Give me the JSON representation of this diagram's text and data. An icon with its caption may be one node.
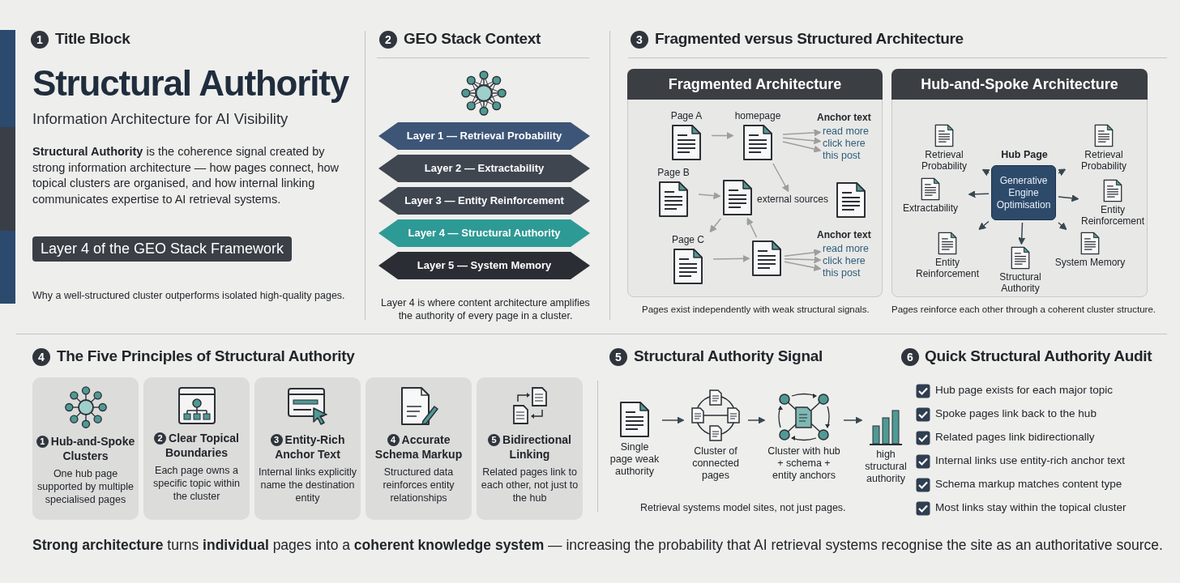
{
  "diagram": {
    "title": "Structural Authority",
    "nodes": [
      {
        "text": [
          "Layer 4 of the GEO Stack Framework"
        ]
      },
      {
        "text": [
          "Layer 1 — Retrieval Probability"
        ]
      },
      {
        "text": [
          "Layer 2 — Extractability"
        ]
      },
      {
        "text": [
          "Layer 3 — Entity Reinforcement"
        ]
      },
      {
        "text": [
          "Layer 4 — Structural Authority"
        ]
      },
      {
        "text": [
          "Layer 5 — System Memory"
        ]
      },
      {
        "text": [
          "Fragmented Architecture"
        ],
        "beside": [
          "Pages exist independently with weak structural signals."
        ]
      },
      {
        "text": [
          "Page A"
        ],
        "in": 6
      },
      {
        "text": [
          "homepage"
        ],
        "in": 6
      },
      {
        "text": [
          "read more"
        ],
        "in": 6
      },
      {
        "text": [
          "click here"
        ],
        "in": 6
      },
      {
        "text": [
          "this post"
        ],
        "in": 6
      },
      {
        "text": [
          "Page B"
        ],
        "in": 6
      },
      {
        "text": [],
        "shape": "document",
        "in": 6
      },
      {
        "text": [
          "external sources"
        ],
        "in": 6
      },
      {
        "text": [],
        "shape": "document",
        "in": 6
      },
      {
        "text": [
          "Page C"
        ],
        "in": 6
      },
      {
        "text": [],
        "shape": "document",
        "in": 6
      },
      {
        "text": [
          "read more"
        ],
        "in": 6
      },
      {
        "text": [
          "click here"
        ],
        "in": 6
      },
      {
        "text": [
          "this post"
        ],
        "in": 6
      },
      {
        "text": [
          "Hub-and-Spoke Architecture"
        ],
        "beside": [
          "Pages reinforce each other through a coherent cluster structure."
        ]
      },
      {
        "text": [
          "Retrieval Probability"
        ],
        "in": 21
      },
      {
        "text": [
          "Hub Page",
          "Generative Engine Optimisation"
        ],
        "in": 21
      },
      {
        "text": [
          "Retrieval Probability"
        ],
        "in": 21
      },
      {
        "text": [
          "Extractability"
        ],
        "in": 21
      },
      {
        "text": [
          "Entity Reinforcement"
        ],
        "in": 21
      },
      {
        "text": [
          "Entity Reinforcement"
        ],
        "in": 21
      },
      {
        "text": [
          "Structural Authority"
        ],
        "in": 21
      },
      {
        "text": [
          "System Memory"
        ],
        "in": 21
      },
      {
        "text": [
          "1",
          "Hub-and-Spoke Clusters",
          "One hub page supported by multiple specialised pages"
        ]
      },
      {
        "text": [
          "2",
          "Clear Topical Boundaries",
          "Each page owns a specific topic within the cluster"
        ]
      },
      {
        "text": [
          "3",
          "Entity-Rich Anchor Text",
          "Internal links explicitly name the destination entity"
        ]
      },
      {
        "text": [
          "4",
          "Accurate Schema Markup",
          "Structured data reinforces entity relationships"
        ]
      },
      {
        "text": [
          "5",
          "Bidirectional Linking",
          "Related pages link to each other, not just to the hub"
        ]
      },
      {
        "text": [
          "Single page weak authority"
        ]
      },
      {
        "text": [
          "Cluster of connected pages"
        ]
      },
      {
        "text": [
          "Cluster with hub + schema + entity anchors"
        ]
      },
      {
        "text": [
          "high structural authority"
        ]
      }
    ],
    "edges": [
      {
        "from": 7,
        "to": 8,
        "arrow": "to"
      },
      {
        "from": 8,
        "to": 9,
        "arrow": "to"
      },
      {
        "from": 8,
        "to": 10,
        "arrow": "to"
      },
      {
        "from": 8,
        "to": 11,
        "arrow": "to"
      },
      {
        "from": 8,
        "to": 14,
        "arrow": "to"
      },
      {
        "from": 12,
        "to": 13,
        "arrow": "to"
      },
      {
        "from": 13,
        "to": 16,
        "arrow": "to"
      },
      {
        "from": 17,
        "to": 13,
        "arrow": "to"
      },
      {
        "from": 16,
        "to": 17,
        "arrow": "to"
      },
      {
        "from": 17,
        "to": 18,
        "arrow": "to"
      },
      {
        "from": 17,
        "to": 19,
        "arrow": "to"
      },
      {
        "from": 17,
        "to": 20,
        "arrow": "to"
      },
      {
        "from": 23,
        "to": 22,
        "arrow": "to",
        "color": "#37474f"
      },
      {
        "from": 23,
        "to": 24,
        "arrow": "to",
        "color": "#37474f"
      },
      {
        "from": 23,
        "to": 25,
        "arrow": "to",
        "color": "#37474f"
      },
      {
        "from": 23,
        "to": 26,
        "arrow": "to",
        "color": "#37474f"
      },
      {
        "from": 23,
        "to": 27,
        "arrow": "to",
        "color": "#37474f"
      },
      {
        "from": 23,
        "to": 28,
        "arrow": "to",
        "color": "#37474f"
      },
      {
        "from": 23,
        "to": 29,
        "arrow": "to",
        "color": "#37474f"
      },
      {
        "from": 35,
        "to": 36,
        "arrow": "to",
        "color": "#37474f"
      },
      {
        "from": 36,
        "to": 37,
        "arrow": "to",
        "color": "#37474f"
      },
      {
        "from": 37,
        "to": 38,
        "arrow": "to",
        "color": "#37474f"
      }
    ],
    "labels": [
      "1",
      "Title Block",
      "Information Architecture for AI Visibility",
      "**Structural Authority** is the coherence signal created by strong information architecture — how pages connect, how topical clusters are organised, and how internal linking communicates expertise to AI retrieval systems.",
      "Why a well-structured cluster outperforms isolated high-quality pages.",
      "2",
      "GEO Stack Context",
      "Layer 4 is where content architecture amplifies the authority of every page in a cluster.",
      "3",
      "Fragmented versus Structured Architecture",
      "Anchor text",
      "Anchor text",
      "4",
      "The Five Principles of Structural Authority",
      "5",
      "Structural Authority Signal",
      "Retrieval systems model sites, not just pages.",
      "6",
      "Quick Structural Authority Audit",
      "Hub page exists for each major topic",
      "Spoke pages link back to the hub",
      "Related pages link bidirectionally",
      "Internal links use entity-rich anchor text",
      "Schema markup matches content type",
      "Most links stay within the topical cluster",
      "**Strong architecture** turns **individual** pages into a **coherent knowledge system** — increasing the probability that AI retrieval systems recognise the site as an authoritative source."
    ]
  }
}
